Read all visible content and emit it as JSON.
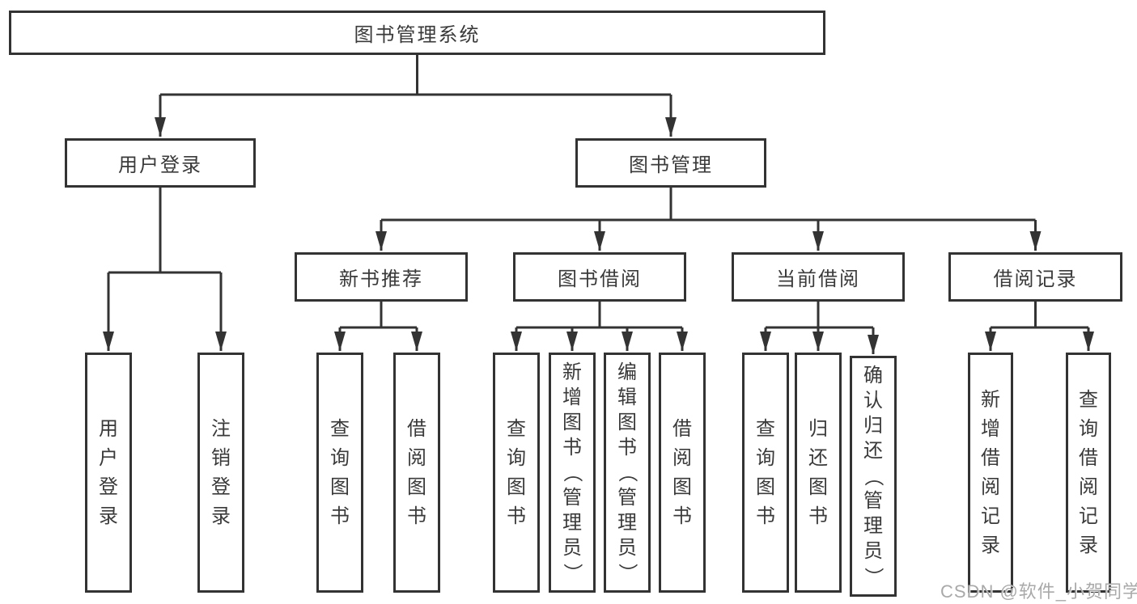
{
  "root": {
    "label": "图书管理系统"
  },
  "branches": {
    "user_login": {
      "label": "用户登录",
      "children": [
        "用户登录",
        "注销登录"
      ]
    },
    "book_mgmt": {
      "label": "图书管理"
    },
    "new_book_rec": {
      "label": "新书推荐",
      "children": [
        "查询图书",
        "借阅图书"
      ]
    },
    "book_borrow": {
      "label": "图书借阅",
      "children": [
        "查询图书",
        "新增图书（管理员）",
        "编辑图书（管理员）",
        "借阅图书"
      ]
    },
    "current_borrow": {
      "label": "当前借阅",
      "children": [
        "查询图书",
        "归还图书",
        "确认归还（管理员）"
      ]
    },
    "borrow_records": {
      "label": "借阅记录",
      "children": [
        "新增借阅记录",
        "查询借阅记录"
      ]
    }
  },
  "watermark": "CSDN @软件_小贺同学",
  "colors": {
    "line": "#333333",
    "box_border": "#333333",
    "text": "#3a3a3a",
    "background": "#ffffff",
    "watermark": "#a9a9a9"
  }
}
